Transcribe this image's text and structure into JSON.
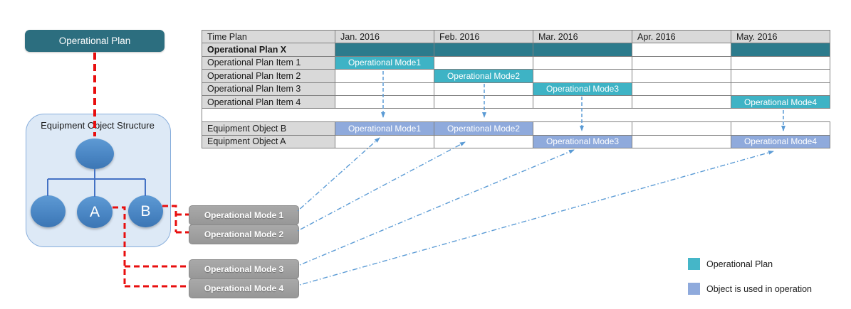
{
  "flowchart": {
    "plan_box_label": "Operational Plan",
    "structure_box_title": "Equipment Object Structure",
    "nodes": {
      "root": "",
      "left": "",
      "middle": "A",
      "right": "B"
    }
  },
  "mode_boxes": [
    {
      "label": "Operational Mode 1"
    },
    {
      "label": "Operational Mode 2"
    },
    {
      "label": "Operational Mode 3"
    },
    {
      "label": "Operational Mode 4"
    }
  ],
  "gantt": {
    "columns": [
      "Time Plan",
      "Jan. 2016",
      "Feb. 2016",
      "Mar. 2016",
      "Apr. 2016",
      "May. 2016"
    ],
    "plan_section": {
      "summary_row": {
        "label": "Operational Plan X",
        "filled_months": [
          "Jan. 2016",
          "Feb. 2016",
          "Mar. 2016",
          "May. 2016"
        ]
      },
      "rows": [
        {
          "label": "Operational Plan Item 1",
          "bar": {
            "label": "Operational Mode1",
            "month": "Jan. 2016"
          }
        },
        {
          "label": "Operational Plan Item 2",
          "bar": {
            "label": "Operational Mode2",
            "month": "Feb. 2016"
          }
        },
        {
          "label": "Operational Plan Item 3",
          "bar": {
            "label": "Operational Mode3",
            "month": "Mar. 2016"
          }
        },
        {
          "label": "Operational Plan Item 4",
          "bar": {
            "label": "Operational Mode4",
            "month": "May. 2016"
          }
        }
      ]
    },
    "equipment_section": {
      "rows": [
        {
          "label": "Equipment Object B",
          "bars": [
            {
              "label": "Operational Mode1",
              "month": "Jan. 2016"
            },
            {
              "label": "Operational Mode2",
              "month": "Feb. 2016"
            }
          ]
        },
        {
          "label": "Equipment Object A",
          "bars": [
            {
              "label": "Operational Mode3",
              "month": "Mar. 2016"
            },
            {
              "label": "Operational Mode4",
              "month": "May. 2016"
            }
          ]
        }
      ]
    }
  },
  "legend": {
    "items": [
      {
        "swatch_color": "#45B6C8",
        "label": "Operational Plan"
      },
      {
        "swatch_color": "#8FAADC",
        "label": "Object is used in operation"
      }
    ]
  },
  "colors": {
    "plan_box_teal": "#2C6E7F",
    "summary_bar_teal": "#2C7B8C",
    "item_bar_cyan": "#3EB3C5",
    "equipment_bar_purple": "#8FAADC",
    "mode_box_gray": "#9D9D9D",
    "node_blue": "#4A86C4",
    "connector_red": "#E80E0E",
    "connector_blue": "#5B9BD5",
    "table_header_gray": "#D9D9D9"
  }
}
